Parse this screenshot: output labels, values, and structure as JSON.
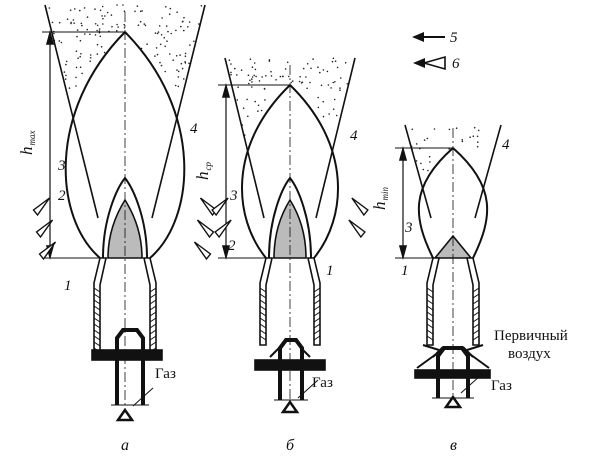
{
  "legend": [
    {
      "number": "5",
      "icon": "solid-arrow-icon"
    },
    {
      "number": "6",
      "icon": "hollow-arrow-icon"
    }
  ],
  "panels": [
    {
      "caption": "а",
      "height_label": "h",
      "height_sub": "max",
      "gas": "Газ",
      "parts": [
        "1",
        "2",
        "3",
        "4"
      ]
    },
    {
      "caption": "б",
      "height_label": "h",
      "height_sub": "ср",
      "gas": "Газ",
      "parts": [
        "1",
        "2",
        "3",
        "4"
      ]
    },
    {
      "caption": "в",
      "height_label": "h",
      "height_sub": "min",
      "gas": "Газ",
      "parts": [
        "1",
        "3",
        "4"
      ],
      "primary_air": [
        "Первичный",
        "воздух"
      ]
    }
  ]
}
